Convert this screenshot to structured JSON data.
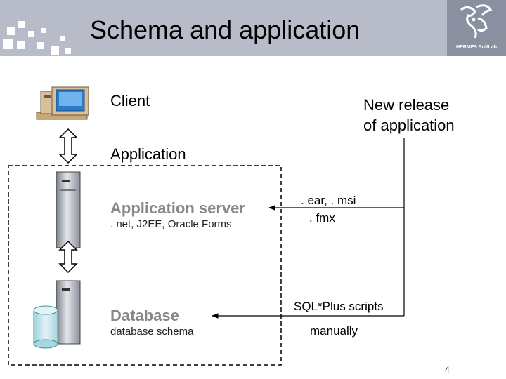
{
  "title": "Schema and application",
  "logo_text": "HERMES SoftLab",
  "labels": {
    "client": "Client",
    "new_release": [
      "New release",
      "of application"
    ],
    "application": "Application",
    "app_server": "Application server",
    "app_server_tech": ". net, J2EE, Oracle Forms",
    "database": "Database",
    "database_sub": "database schema",
    "files": [
      ". ear, . msi",
      ". fmx"
    ],
    "sql_scripts": "SQL*Plus scripts",
    "manually": "manually"
  },
  "page_number": "4",
  "colors": {
    "header_bg": "#b8bcc8",
    "logo_bg": "#8a90a0"
  }
}
